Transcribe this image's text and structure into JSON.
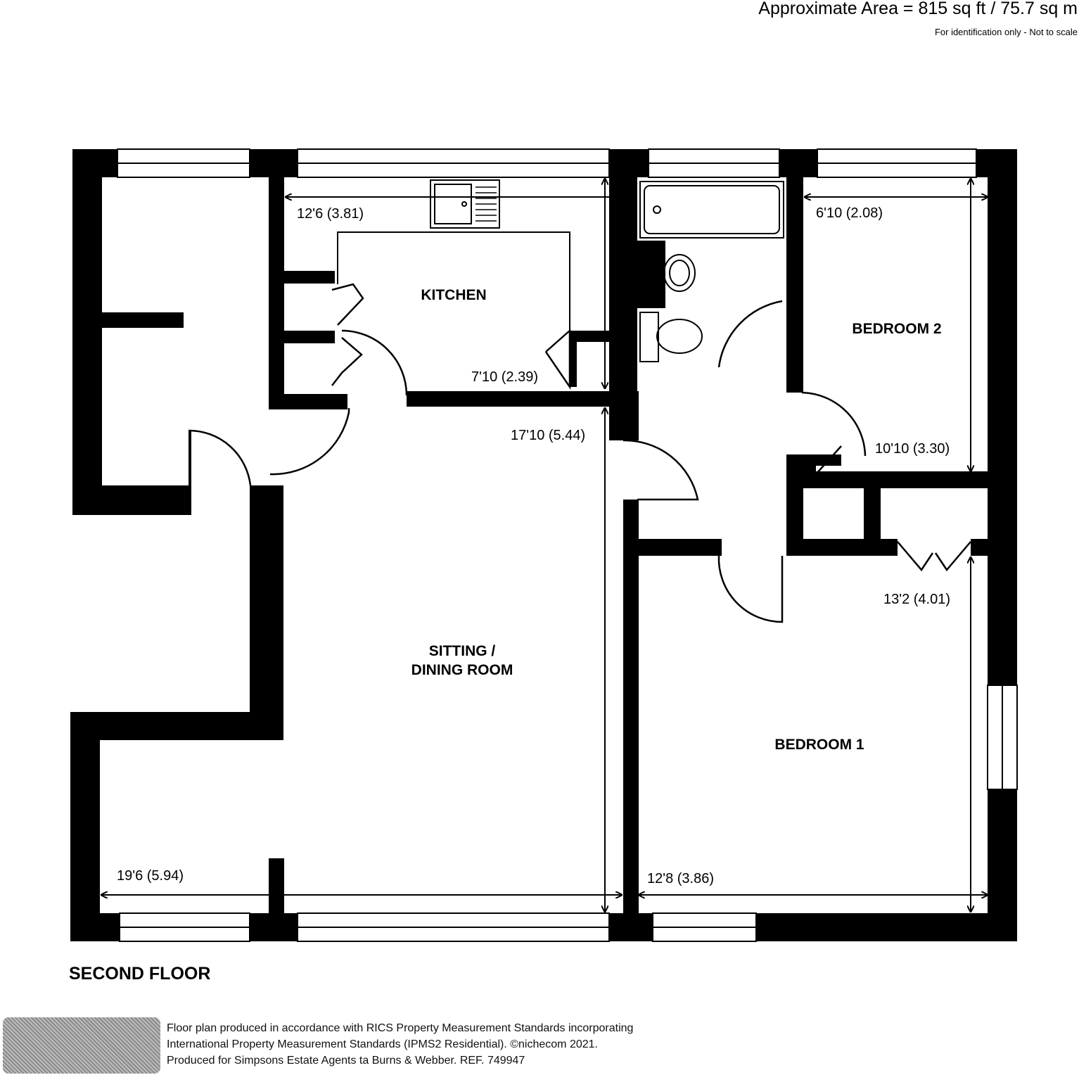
{
  "header": {
    "area": "Approximate Area = 815 sq ft / 75.7 sq m",
    "note": "For identification only - Not to scale"
  },
  "rooms": {
    "kitchen": "KITCHEN",
    "bedroom2": "BEDROOM 2",
    "sitting_line1": "SITTING /",
    "sitting_line2": "DINING ROOM",
    "bedroom1": "BEDROOM 1"
  },
  "dimensions": {
    "kitchen_width": "12'6 (3.81)",
    "kitchen_depth": "7'10 (2.39)",
    "bedroom2_width": "6'10 (2.08)",
    "bedroom2_depth": "10'10 (3.30)",
    "sitting_depth": "17'10 (5.44)",
    "sitting_width": "19'6 (5.94)",
    "bedroom1_depth": "13'2 (4.01)",
    "bedroom1_width": "12'8 (3.86)"
  },
  "floor_label": "SECOND FLOOR",
  "credits": {
    "line1": "Floor plan produced in accordance with RICS Property Measurement Standards incorporating",
    "line2": "International Property Measurement Standards (IPMS2 Residential).   ©nichecom 2021.",
    "line3": "Produced for Simpsons Estate Agents ta Burns & Webber.   REF. 749947"
  }
}
